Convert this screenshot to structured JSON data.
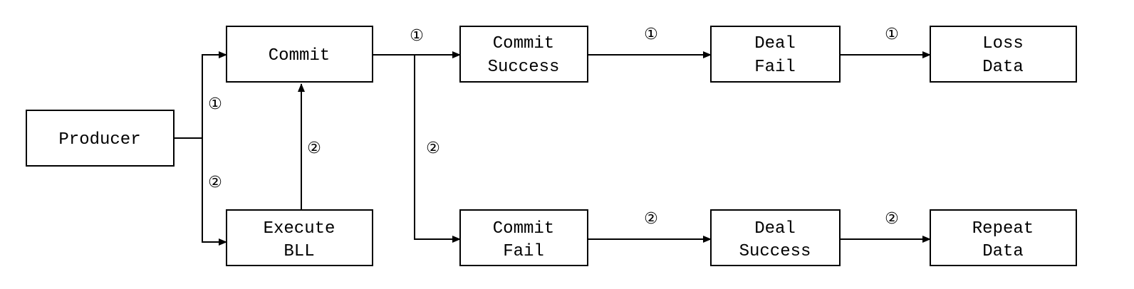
{
  "nodes": {
    "producer": "Producer",
    "commit": "Commit",
    "execute_bll": [
      "Execute",
      "BLL"
    ],
    "commit_success": [
      "Commit",
      "Success"
    ],
    "commit_fail": [
      "Commit",
      "Fail"
    ],
    "deal_fail": [
      "Deal",
      "Fail"
    ],
    "deal_success": [
      "Deal",
      "Success"
    ],
    "loss_data": [
      "Loss",
      "Data"
    ],
    "repeat_data": [
      "Repeat",
      "Data"
    ]
  },
  "labels": {
    "path1": "①",
    "path2": "②"
  }
}
